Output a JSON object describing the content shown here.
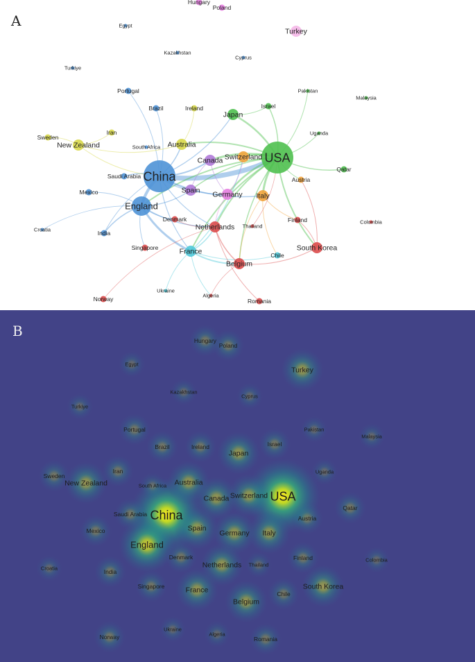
{
  "panel_a": {
    "letter": "A",
    "countries": [
      {
        "name": "China",
        "color": "#4e92d6",
        "size": "xl"
      },
      {
        "name": "USA",
        "color": "#4fc04f",
        "size": "xl"
      },
      {
        "name": "England",
        "color": "#4e92d6",
        "size": "l"
      },
      {
        "name": "South Korea",
        "color": "#dc4b4b",
        "size": "m"
      },
      {
        "name": "Canada",
        "color": "#b07ad8",
        "size": "m"
      },
      {
        "name": "Germany",
        "color": "#e57ee0",
        "size": "m"
      },
      {
        "name": "Italy",
        "color": "#f2a33c",
        "size": "m"
      },
      {
        "name": "Netherlands",
        "color": "#dc4b4b",
        "size": "m"
      },
      {
        "name": "France",
        "color": "#4fc9d9",
        "size": "m"
      },
      {
        "name": "Switzerland",
        "color": "#f2a33c",
        "size": "m"
      },
      {
        "name": "Japan",
        "color": "#4fc04f",
        "size": "m"
      },
      {
        "name": "Spain",
        "color": "#b07ad8",
        "size": "m"
      },
      {
        "name": "Belgium",
        "color": "#dc4b4b",
        "size": "m"
      },
      {
        "name": "New Zealand",
        "color": "#d8d84a",
        "size": "m"
      },
      {
        "name": "Australia",
        "color": "#d8d84a",
        "size": "m"
      },
      {
        "name": "Turkey",
        "color": "#f5b7e8",
        "size": "m"
      },
      {
        "name": "India",
        "color": "#4e92d6",
        "size": "s"
      },
      {
        "name": "Iran",
        "color": "#d8d84a",
        "size": "s"
      },
      {
        "name": "Israel",
        "color": "#4fc04f",
        "size": "s"
      },
      {
        "name": "Saudi Arabia",
        "color": "#4e92d6",
        "size": "s"
      },
      {
        "name": "Singapore",
        "color": "#dc4b4b",
        "size": "s"
      },
      {
        "name": "Denmark",
        "color": "#dc4b4b",
        "size": "s"
      },
      {
        "name": "Chile",
        "color": "#4fc9d9",
        "size": "s"
      },
      {
        "name": "Finland",
        "color": "#dc4b4b",
        "size": "s"
      },
      {
        "name": "Austria",
        "color": "#f2a33c",
        "size": "s"
      },
      {
        "name": "Qatar",
        "color": "#4fc04f",
        "size": "s"
      },
      {
        "name": "Brazil",
        "color": "#4e92d6",
        "size": "s"
      },
      {
        "name": "Ireland",
        "color": "#d8d84a",
        "size": "s"
      },
      {
        "name": "Portugal",
        "color": "#4e92d6",
        "size": "s"
      },
      {
        "name": "Pakistan",
        "color": "#4fc04f",
        "size": "xs"
      },
      {
        "name": "Sweden",
        "color": "#d8d84a",
        "size": "s"
      },
      {
        "name": "Mexico",
        "color": "#4e92d6",
        "size": "s"
      },
      {
        "name": "Norway",
        "color": "#dc4b4b",
        "size": "s"
      },
      {
        "name": "Romania",
        "color": "#dc4b4b",
        "size": "s"
      },
      {
        "name": "Uganda",
        "color": "#4fc04f",
        "size": "xs"
      },
      {
        "name": "Malaysia",
        "color": "#4fc04f",
        "size": "xs"
      },
      {
        "name": "Colombia",
        "color": "#dc4b4b",
        "size": "xs"
      },
      {
        "name": "Croatia",
        "color": "#4e92d6",
        "size": "xs"
      },
      {
        "name": "Thailand",
        "color": "#dc4b4b",
        "size": "xs"
      },
      {
        "name": "South Africa",
        "color": "#4e92d6",
        "size": "xs"
      },
      {
        "name": "Algeria",
        "color": "#dc4b4b",
        "size": "xs"
      },
      {
        "name": "Ukraine",
        "color": "#4fc9d9",
        "size": "xs"
      },
      {
        "name": "Hungary",
        "color": "#e57ee0",
        "size": "s"
      },
      {
        "name": "Poland",
        "color": "#e57ee0",
        "size": "s"
      },
      {
        "name": "Egypt",
        "color": "#4e92d6",
        "size": "xs"
      },
      {
        "name": "Kazakhstan",
        "color": "#4e92d6",
        "size": "xs"
      },
      {
        "name": "Cyprus",
        "color": "#4e92d6",
        "size": "xs"
      },
      {
        "name": "Turkiye",
        "color": "#4e92d6",
        "size": "xs"
      }
    ]
  },
  "panel_b": {
    "letter": "B"
  }
}
